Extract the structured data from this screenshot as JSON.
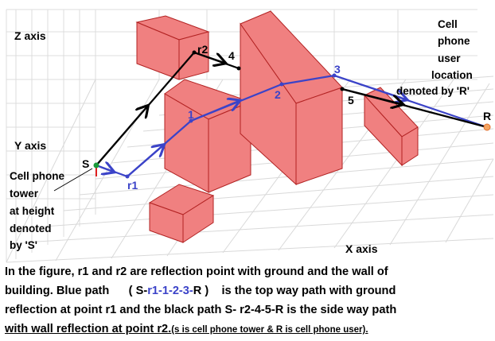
{
  "axes": {
    "z_label": "Z axis",
    "y_label": "Y axis",
    "x_label": "X axis"
  },
  "labels": {
    "tower": [
      "Cell phone",
      "tower",
      "at height",
      "denoted",
      "by 'S'"
    ],
    "user": [
      "Cell",
      "phone",
      "user",
      "location",
      "denoted by 'R'"
    ],
    "S": "S",
    "R": "R",
    "r1": "r1",
    "r2": "r2",
    "p1": "1",
    "p2": "2",
    "p3": "3",
    "p4": "4",
    "p5": "5"
  },
  "caption": {
    "line1": "In the figure, r1 and r2 are reflection point with ground and  the  wall of",
    "line2_a": "building. Blue path",
    "line2_b": "( S-",
    "line2_c": "r1-1-2-3-",
    "line2_d": "R  )",
    "line2_e": "is the top way path with ground",
    "line3": "reflection at point r1 and the black path S- r2-4-5-R is the side way path",
    "line4_a": "with wall reflection at point r2.",
    "line4_b": "(s is cell phone tower & R is cell phone user)."
  },
  "colors": {
    "building_face": "#f08080",
    "building_edge": "#b22222",
    "top_path": "#3b43c8",
    "side_path": "#000000",
    "grid": "#d9d9d9",
    "receiver": "#f4a460"
  }
}
